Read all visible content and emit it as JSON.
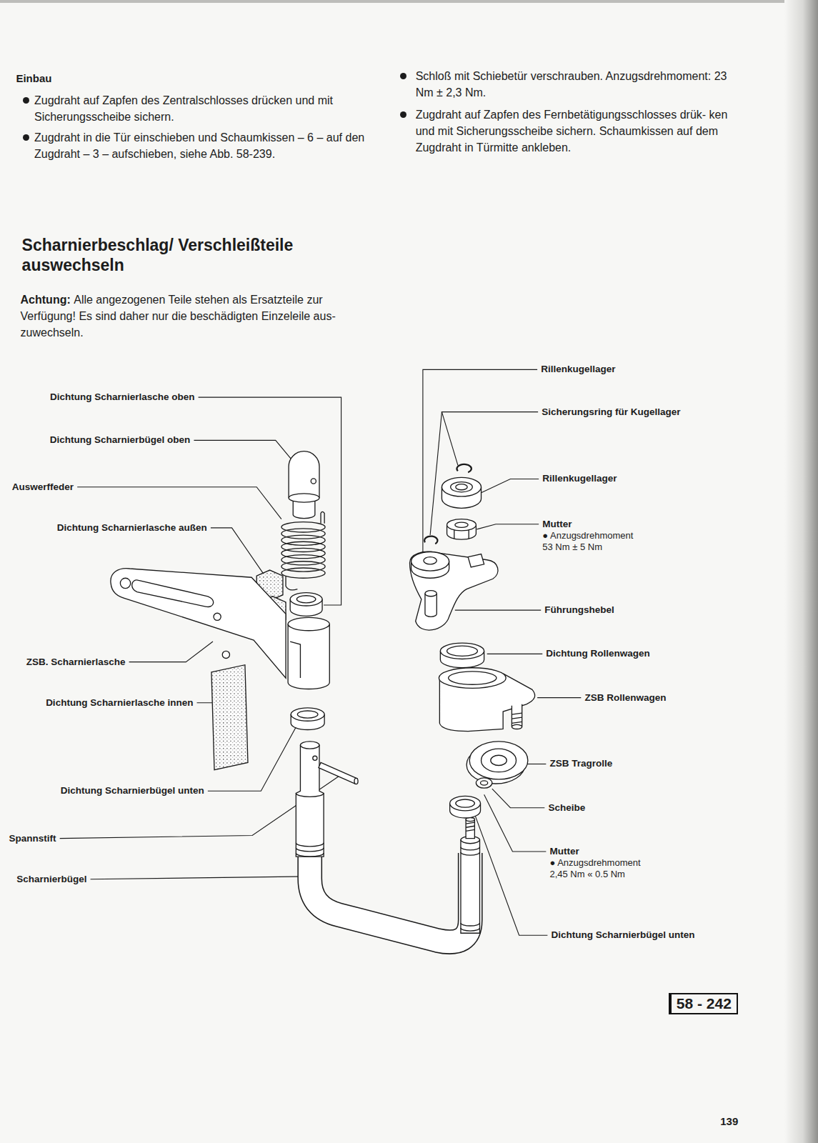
{
  "diagram": {
    "title": "Scharnierbeschlag/ Verschleißteile auswechseln",
    "nodes": [
      {
        "text": [
          "58 - 242"
        ]
      }
    ],
    "labels": [
      "Einbau",
      "Zugdraht auf Zapfen des Zentralschlosses drücken und mit Sicherungsscheibe sichern.",
      "Zugdraht in die Tür einschieben und Schaumkissen – 6 – auf den Zugdraht – 3 – aufschieben, siehe Abb. 58-239.",
      "Schloß mit Schiebetür verschrauben. Anzugsdrehmoment: 23 Nm ± 2,3 Nm.",
      "Zugdraht auf Zapfen des Fernbetätigungsschlosses drük- ken und mit Sicherungsscheibe sichern. Schaumkissen auf dem Zugdraht in Türmitte ankleben.",
      "Achtung:",
      "Alle angezogenen Teile stehen als Ersatzteile zur Verfügung! Es sind daher nur die beschädigten Einzeleile aus- zuwechseln.",
      "Dichtung Scharnierlasche oben",
      "Dichtung Scharnierbügel oben",
      "Auswerffeder",
      "Dichtung Scharnierlasche außen",
      "ZSB. Scharnierlasche",
      "Dichtung Scharnierlasche innen",
      "Dichtung Scharnierbügel unten",
      "Spannstift",
      "Scharnierbügel",
      "Rillenkugellager",
      "Sicherungsring für Kugellager",
      "Rillenkugellager",
      "Mutter",
      "● Anzugsdrehmoment",
      "53 Nm ± 5 Nm",
      "Führungshebel",
      "Dichtung Rollenwagen",
      "ZSB Rollenwagen",
      "ZSB Tragrolle",
      "Scheibe",
      "Mutter",
      "● Anzugsdrehmoment",
      "2,45 Nm « 0.5 Nm",
      "Dichtung Scharnierbügel unten",
      "139"
    ]
  }
}
